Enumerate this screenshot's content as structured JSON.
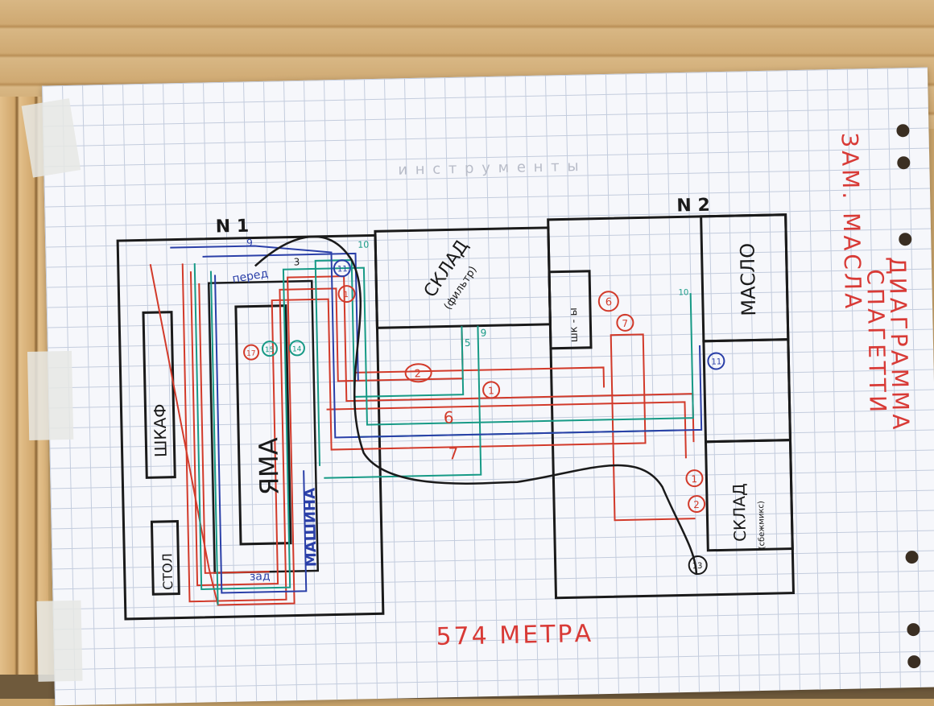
{
  "labels": {
    "n1": "N 1",
    "n2": "N 2",
    "instruments": "и н с т р у м е н т ы",
    "skaf": "ШКАФ",
    "yama": "ЯМА",
    "mashina": "МАШИНА",
    "stol": "СТОЛ",
    "pered": "перед",
    "zad": "зад",
    "sklad_top": "СКЛАД",
    "sklad_top_sub": "(фильтр)",
    "shk": "шк - ы",
    "maslo": "МАСЛО",
    "sklad_bottom": "СКЛАД",
    "sklad_bottom_sub": "(сбежмикс)",
    "distance": "574 МЕТРА",
    "title_line1": "ДИАГРАММА",
    "title_line2": "СПАГЕТТИ",
    "title_line3": "ЗАМ. МАСЛА"
  },
  "route_markers": [
    {
      "id": "m1",
      "label": "1",
      "color": "#d23a2a"
    },
    {
      "id": "m2",
      "label": "2",
      "color": "#d23a2a"
    },
    {
      "id": "m3",
      "label": "1",
      "color": "#d23a2a"
    },
    {
      "id": "m4",
      "label": "6",
      "color": "#d23a2a"
    },
    {
      "id": "m5",
      "label": "7",
      "color": "#d23a2a"
    },
    {
      "id": "m6",
      "label": "11",
      "color": "#2a3fa8"
    },
    {
      "id": "m7",
      "label": "1",
      "color": "#d23a2a"
    },
    {
      "id": "m8",
      "label": "2",
      "color": "#d23a2a"
    },
    {
      "id": "m9",
      "label": "13",
      "color": "#1a1a1a"
    },
    {
      "id": "m10",
      "label": "11",
      "color": "#2a3fa8"
    },
    {
      "id": "m11",
      "label": "17",
      "color": "#d23a2a"
    },
    {
      "id": "m12",
      "label": "15",
      "color": "#179a86"
    },
    {
      "id": "m13",
      "label": "14",
      "color": "#179a86"
    }
  ],
  "route_numbers": [
    {
      "label": "9",
      "color": "#2a3fa8"
    },
    {
      "label": "3",
      "color": "#1a1a1a"
    },
    {
      "label": "10",
      "color": "#179a86"
    },
    {
      "label": "5",
      "color": "#179a86"
    },
    {
      "label": "9",
      "color": "#179a86"
    },
    {
      "label": "6",
      "color": "#d23a2a"
    },
    {
      "label": "7",
      "color": "#d23a2a"
    },
    {
      "label": "10",
      "color": "#179a86"
    }
  ],
  "colors": {
    "ink_black": "#1a1a1a",
    "red": "#d23a2a",
    "green": "#179a86",
    "blue": "#2a3fa8",
    "title_red": "#d83a36"
  }
}
